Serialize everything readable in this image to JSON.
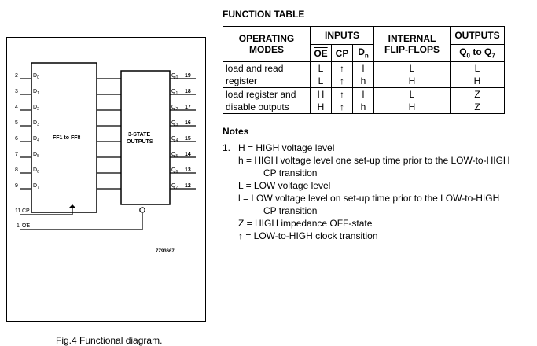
{
  "figure": {
    "caption": "Fig.4  Functional diagram.",
    "block_ff_label": "FF1 to FF8",
    "block_out_label_1": "3-STATE",
    "block_out_label_2": "OUTPUTS",
    "code": "7Z93667",
    "inputs": [
      {
        "pin": "2",
        "name": "D0"
      },
      {
        "pin": "3",
        "name": "D1"
      },
      {
        "pin": "4",
        "name": "D2"
      },
      {
        "pin": "5",
        "name": "D3"
      },
      {
        "pin": "6",
        "name": "D4"
      },
      {
        "pin": "7",
        "name": "D5"
      },
      {
        "pin": "8",
        "name": "D6"
      },
      {
        "pin": "9",
        "name": "D7"
      }
    ],
    "outputs": [
      {
        "pin": "19",
        "name": "Q0"
      },
      {
        "pin": "18",
        "name": "Q1"
      },
      {
        "pin": "17",
        "name": "Q2"
      },
      {
        "pin": "16",
        "name": "Q3"
      },
      {
        "pin": "15",
        "name": "Q4"
      },
      {
        "pin": "14",
        "name": "Q5"
      },
      {
        "pin": "13",
        "name": "Q6"
      },
      {
        "pin": "12",
        "name": "Q7"
      }
    ],
    "cp": {
      "pin": "11",
      "name": "CP"
    },
    "oe": {
      "pin": "1",
      "name": "OE"
    }
  },
  "function_table": {
    "title": "FUNCTION TABLE",
    "headers": {
      "operating_1": "OPERATING",
      "operating_2": "MODES",
      "inputs": "INPUTS",
      "internal_1": "INTERNAL",
      "internal_2": "FLIP-FLOPS",
      "outputs": "OUTPUTS",
      "oe": "OE",
      "cp": "CP",
      "dn": "D",
      "dn_sub": "n",
      "q_a": "Q",
      "q_a_sub": "0",
      "q_mid": " to ",
      "q_b": "Q",
      "q_b_sub": "7"
    },
    "rows": [
      {
        "mode_1": "load and read",
        "mode_2": "register",
        "oe": [
          "L",
          "L"
        ],
        "cp": [
          "↑",
          "↑"
        ],
        "dn": [
          "l",
          "h"
        ],
        "ff": [
          "L",
          "H"
        ],
        "out": [
          "L",
          "H"
        ]
      },
      {
        "mode_1": "load register and",
        "mode_2": "disable outputs",
        "oe": [
          "H",
          "H"
        ],
        "cp": [
          "↑",
          "↑"
        ],
        "dn": [
          "l",
          "h"
        ],
        "ff": [
          "L",
          "H"
        ],
        "out": [
          "Z",
          "Z"
        ]
      }
    ]
  },
  "notes": {
    "title": "Notes",
    "number": "1.",
    "lines": [
      "H = HIGH voltage level",
      "h = HIGH voltage level one set-up time prior to the LOW-to-HIGH",
      "CP transition",
      "L = LOW voltage level",
      "l = LOW voltage level on set-up time prior to the LOW-to-HIGH",
      "CP transition",
      "Z = HIGH impedance OFF-state",
      "↑ = LOW-to-HIGH clock transition"
    ]
  }
}
